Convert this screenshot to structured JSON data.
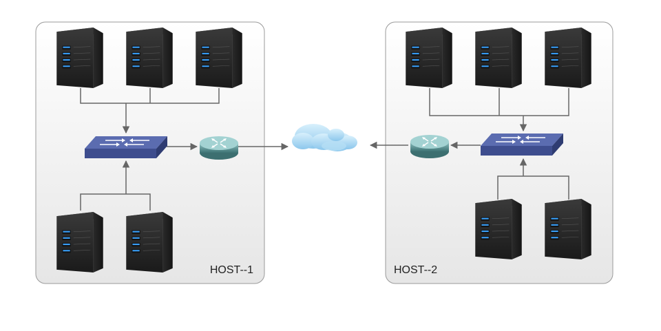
{
  "hosts": [
    {
      "id": "host-1",
      "label": "HOST--1"
    },
    {
      "id": "host-2",
      "label": "HOST--2"
    }
  ],
  "icons": {
    "server": "server-rack-icon",
    "switch": "network-switch-icon",
    "router": "router-icon",
    "cloud": "cloud-icon"
  },
  "colors": {
    "panel_fill_top": "#ffffff",
    "panel_fill_bottom": "#e9e9e9",
    "panel_stroke": "#9a9a9a",
    "connector": "#666666",
    "switch": "#4a5a9a",
    "router": "#5f8f90",
    "cloud": "#a9d8f2",
    "server_led": "#3aa3ff"
  }
}
